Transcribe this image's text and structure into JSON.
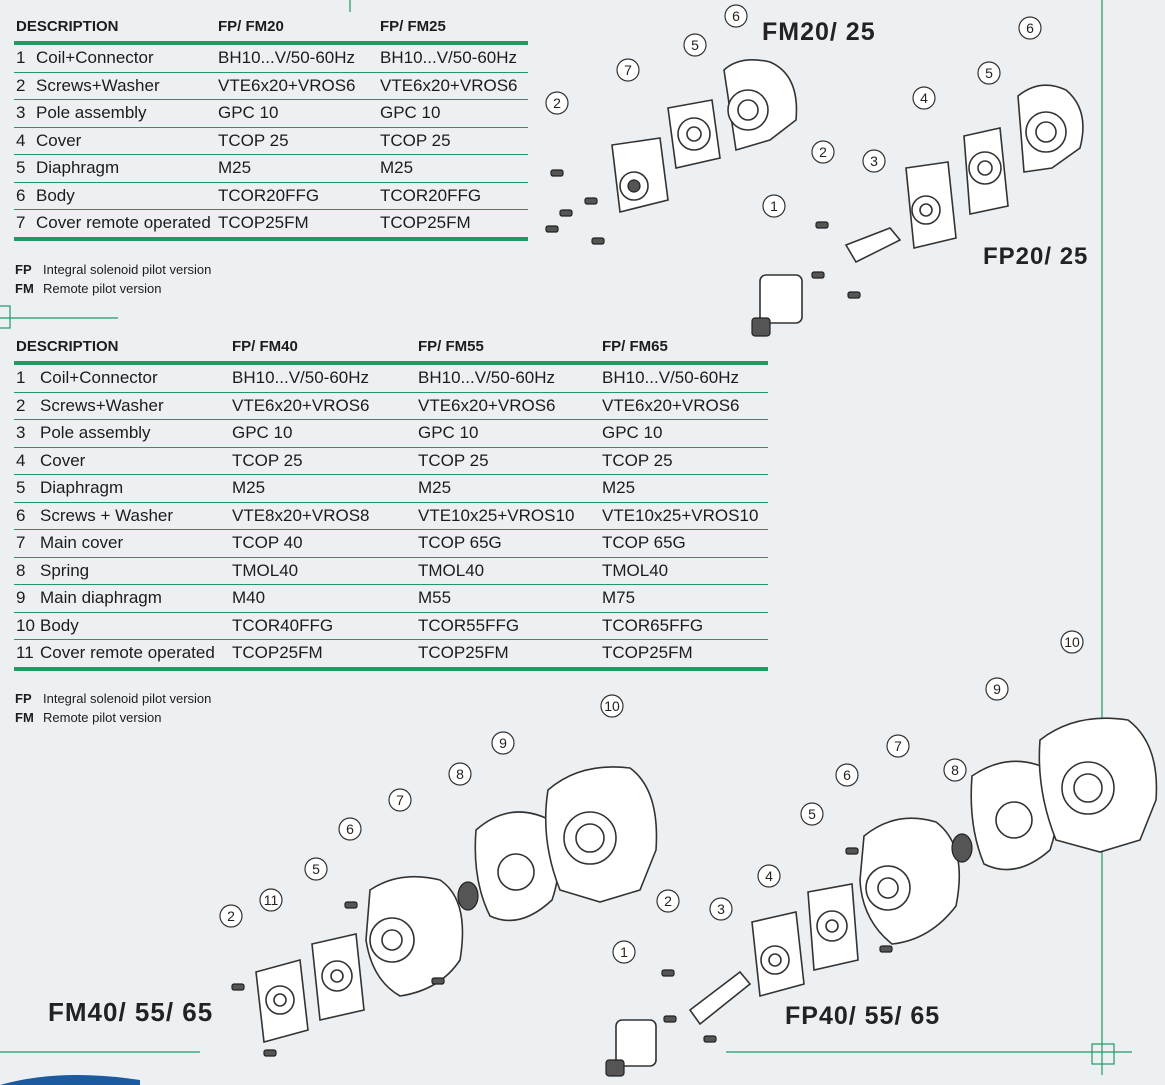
{
  "table1": {
    "headers": [
      "DESCRIPTION",
      "FP/ FM20",
      "FP/ FM25"
    ],
    "rows": [
      [
        "1",
        "Coil+Connector",
        "BH10...V/50-60Hz",
        "BH10...V/50-60Hz"
      ],
      [
        "2",
        "Screws+Washer",
        "VTE6x20+VROS6",
        "VTE6x20+VROS6"
      ],
      [
        "3",
        "Pole assembly",
        "GPC 10",
        "GPC 10"
      ],
      [
        "4",
        "Cover",
        "TCOP 25",
        "TCOP 25"
      ],
      [
        "5",
        "Diaphragm",
        "M25",
        "M25"
      ],
      [
        "6",
        "Body",
        "TCOR20FFG",
        "TCOR20FFG"
      ],
      [
        "7",
        "Cover remote operated",
        "TCOP25FM",
        "TCOP25FM"
      ]
    ],
    "legend": [
      {
        "code": "FP",
        "text": "Integral solenoid pilot version"
      },
      {
        "code": "FM",
        "text": "Remote pilot version"
      }
    ]
  },
  "table2": {
    "headers": [
      "DESCRIPTION",
      "FP/ FM40",
      "FP/ FM55",
      "FP/ FM65"
    ],
    "rows": [
      [
        "1",
        "Coil+Connector",
        "BH10...V/50-60Hz",
        "BH10...V/50-60Hz",
        "BH10...V/50-60Hz"
      ],
      [
        "2",
        "Screws+Washer",
        "VTE6x20+VROS6",
        "VTE6x20+VROS6",
        "VTE6x20+VROS6"
      ],
      [
        "3",
        "Pole assembly",
        "GPC 10",
        "GPC 10",
        "GPC 10"
      ],
      [
        "4",
        "Cover",
        "TCOP 25",
        "TCOP 25",
        "TCOP 25"
      ],
      [
        "5",
        "Diaphragm",
        "M25",
        "M25",
        "M25"
      ],
      [
        "6",
        "Screws + Washer",
        "VTE8x20+VROS8",
        "VTE10x25+VROS10",
        "VTE10x25+VROS10"
      ],
      [
        "7",
        "Main cover",
        "TCOP 40",
        "TCOP 65G",
        "TCOP 65G"
      ],
      [
        "8",
        "Spring",
        "TMOL40",
        "TMOL40",
        "TMOL40"
      ],
      [
        "9",
        "Main diaphragm",
        "M40",
        "M55",
        "M75"
      ],
      [
        "10",
        "Body",
        "TCOR40FFG",
        "TCOR55FFG",
        "TCOR65FFG"
      ],
      [
        "11",
        "Cover remote operated",
        "TCOP25FM",
        "TCOP25FM",
        "TCOP25FM"
      ]
    ],
    "legend": [
      {
        "code": "FP",
        "text": "Integral solenoid pilot version"
      },
      {
        "code": "FM",
        "text": "Remote pilot version"
      }
    ]
  },
  "diagrams": {
    "fm20_25_label": "FM20/ 25",
    "fp20_25_label": "FP20/ 25",
    "fm40_label": "FM40/ 55/ 65",
    "fp40_label": "FP40/ 55/ 65"
  },
  "colors": {
    "accent": "#1f9a63",
    "background": "#edf0f2"
  }
}
